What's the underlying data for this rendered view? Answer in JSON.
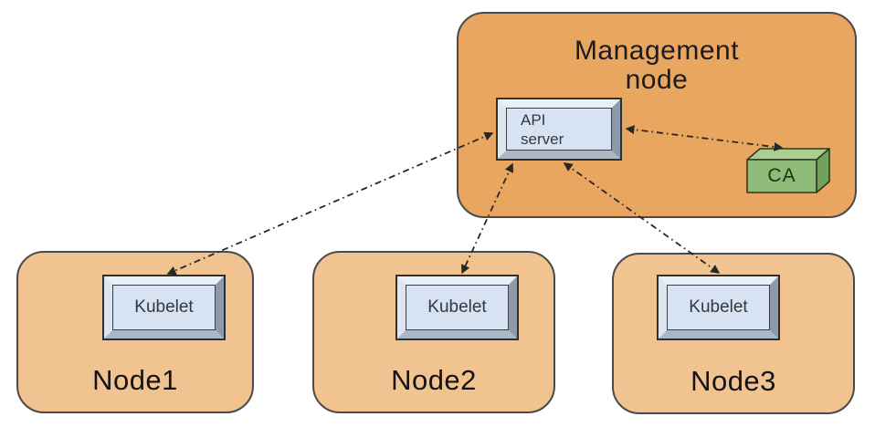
{
  "management_node": {
    "title": "Management\nnode",
    "api_server_label": "API\nserver",
    "ca_label": "CA"
  },
  "nodes": [
    {
      "name": "Node1",
      "kubelet_label": "Kubelet"
    },
    {
      "name": "Node2",
      "kubelet_label": "Kubelet"
    },
    {
      "name": "Node3",
      "kubelet_label": "Kubelet"
    }
  ],
  "connections": [
    {
      "from": "API server",
      "to": "Kubelet (Node1)",
      "style": "dash-dot",
      "bidirectional": true
    },
    {
      "from": "API server",
      "to": "Kubelet (Node2)",
      "style": "dash-dot",
      "bidirectional": true
    },
    {
      "from": "API server",
      "to": "Kubelet (Node3)",
      "style": "dash-dot",
      "bidirectional": true
    },
    {
      "from": "API server",
      "to": "CA",
      "style": "dash-dot",
      "bidirectional": true
    }
  ],
  "colors": {
    "management_fill": "#E9A661",
    "node_fill": "#F1C391",
    "component_face": "#D7E3F2",
    "ca_front": "#8FBA77",
    "ca_top": "#AACD91",
    "ca_side": "#73A15B",
    "arrow": "#272727",
    "border": "#4a4a4a"
  }
}
